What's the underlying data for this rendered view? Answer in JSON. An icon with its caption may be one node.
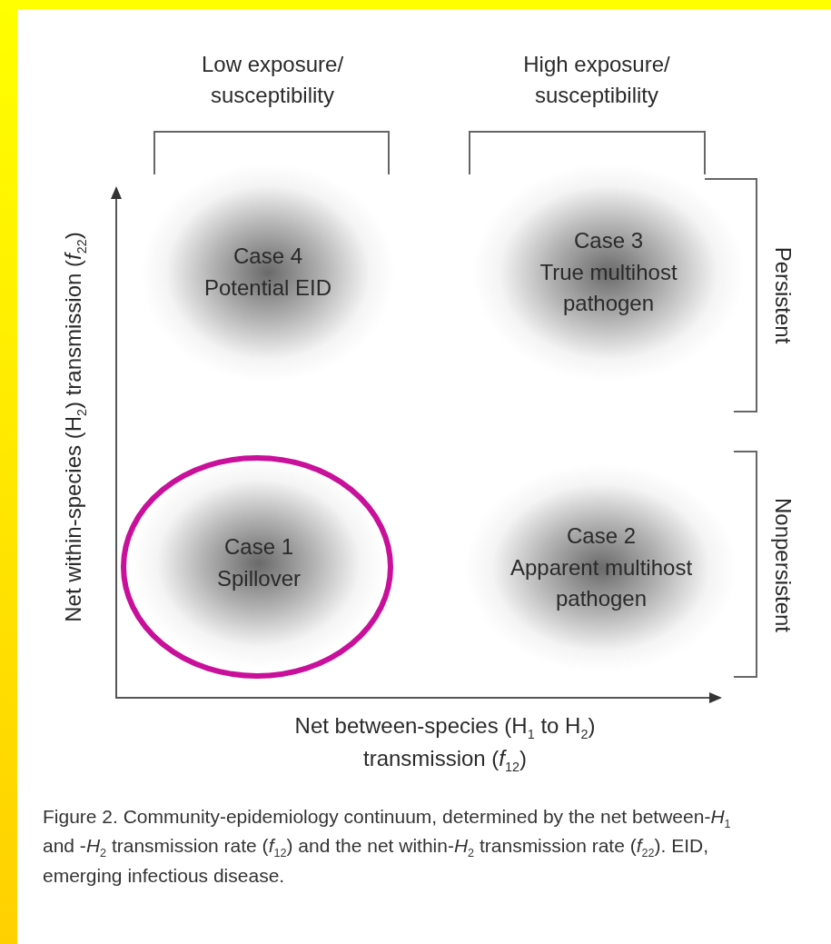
{
  "diagram": {
    "nodes": [
      {
        "text": [
          "Case 4",
          "Potential EID"
        ]
      },
      {
        "text": [
          "Case 3",
          "True multihost pathogen"
        ]
      },
      {
        "text": [
          "Case 1",
          "Spillover"
        ]
      },
      {
        "text": [
          "Case 2",
          "Apparent multihost pathogen"
        ]
      }
    ],
    "edges": [],
    "labels": [
      "Low exposure/ susceptibility",
      "High exposure/ susceptibility",
      "Persistent",
      "Net within-species (H$_{2}$) transmission (*f*$_{22}$)",
      "Nonpersistent",
      "Net between-species (H$_{1}$ to H$_{2}$) transmission (*f*$_{12}$)"
    ],
    "caption": "Figure 2. Community-epidemiology continuum, determined by the net between-*H*$_{1}$ and -*H*$_{2}$ transmission rate (*f*$_{12}$) and the net within-*H*$_{2}$ transmission rate (*f*$_{22}$). EID, emerging infectious disease."
  }
}
